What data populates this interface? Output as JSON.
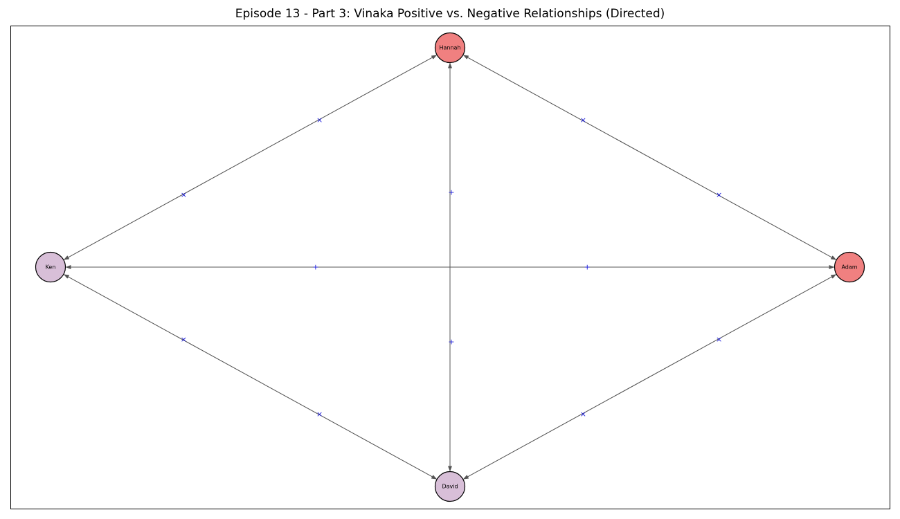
{
  "title": "Episode 13 - Part 3: Vinaka Positive vs. Negative Relationships (Directed)",
  "colors": {
    "edge": "#555555",
    "edge_label": "#1a1adb",
    "node_border": "#000000"
  },
  "nodes": [
    {
      "id": "Hannah",
      "label": "Hannah",
      "color": "#f08080"
    },
    {
      "id": "Ken",
      "label": "Ken",
      "color": "#d8bfd8"
    },
    {
      "id": "Adam",
      "label": "Adam",
      "color": "#f08080"
    },
    {
      "id": "David",
      "label": "David",
      "color": "#d8bfd8"
    }
  ],
  "edges": [
    {
      "from": "Ken",
      "to": "Hannah",
      "label": "×"
    },
    {
      "from": "Hannah",
      "to": "Ken",
      "label": "×"
    },
    {
      "from": "Adam",
      "to": "Hannah",
      "label": "×"
    },
    {
      "from": "Hannah",
      "to": "Adam",
      "label": "×"
    },
    {
      "from": "Hannah",
      "to": "David",
      "label": "+"
    },
    {
      "from": "David",
      "to": "Hannah",
      "label": "+"
    },
    {
      "from": "Adam",
      "to": "Ken",
      "label": "+"
    },
    {
      "from": "Ken",
      "to": "Adam",
      "label": "+"
    },
    {
      "from": "Ken",
      "to": "David",
      "label": "×"
    },
    {
      "from": "David",
      "to": "Ken",
      "label": "×"
    },
    {
      "from": "Adam",
      "to": "David",
      "label": "×"
    },
    {
      "from": "David",
      "to": "Adam",
      "label": "×"
    }
  ]
}
